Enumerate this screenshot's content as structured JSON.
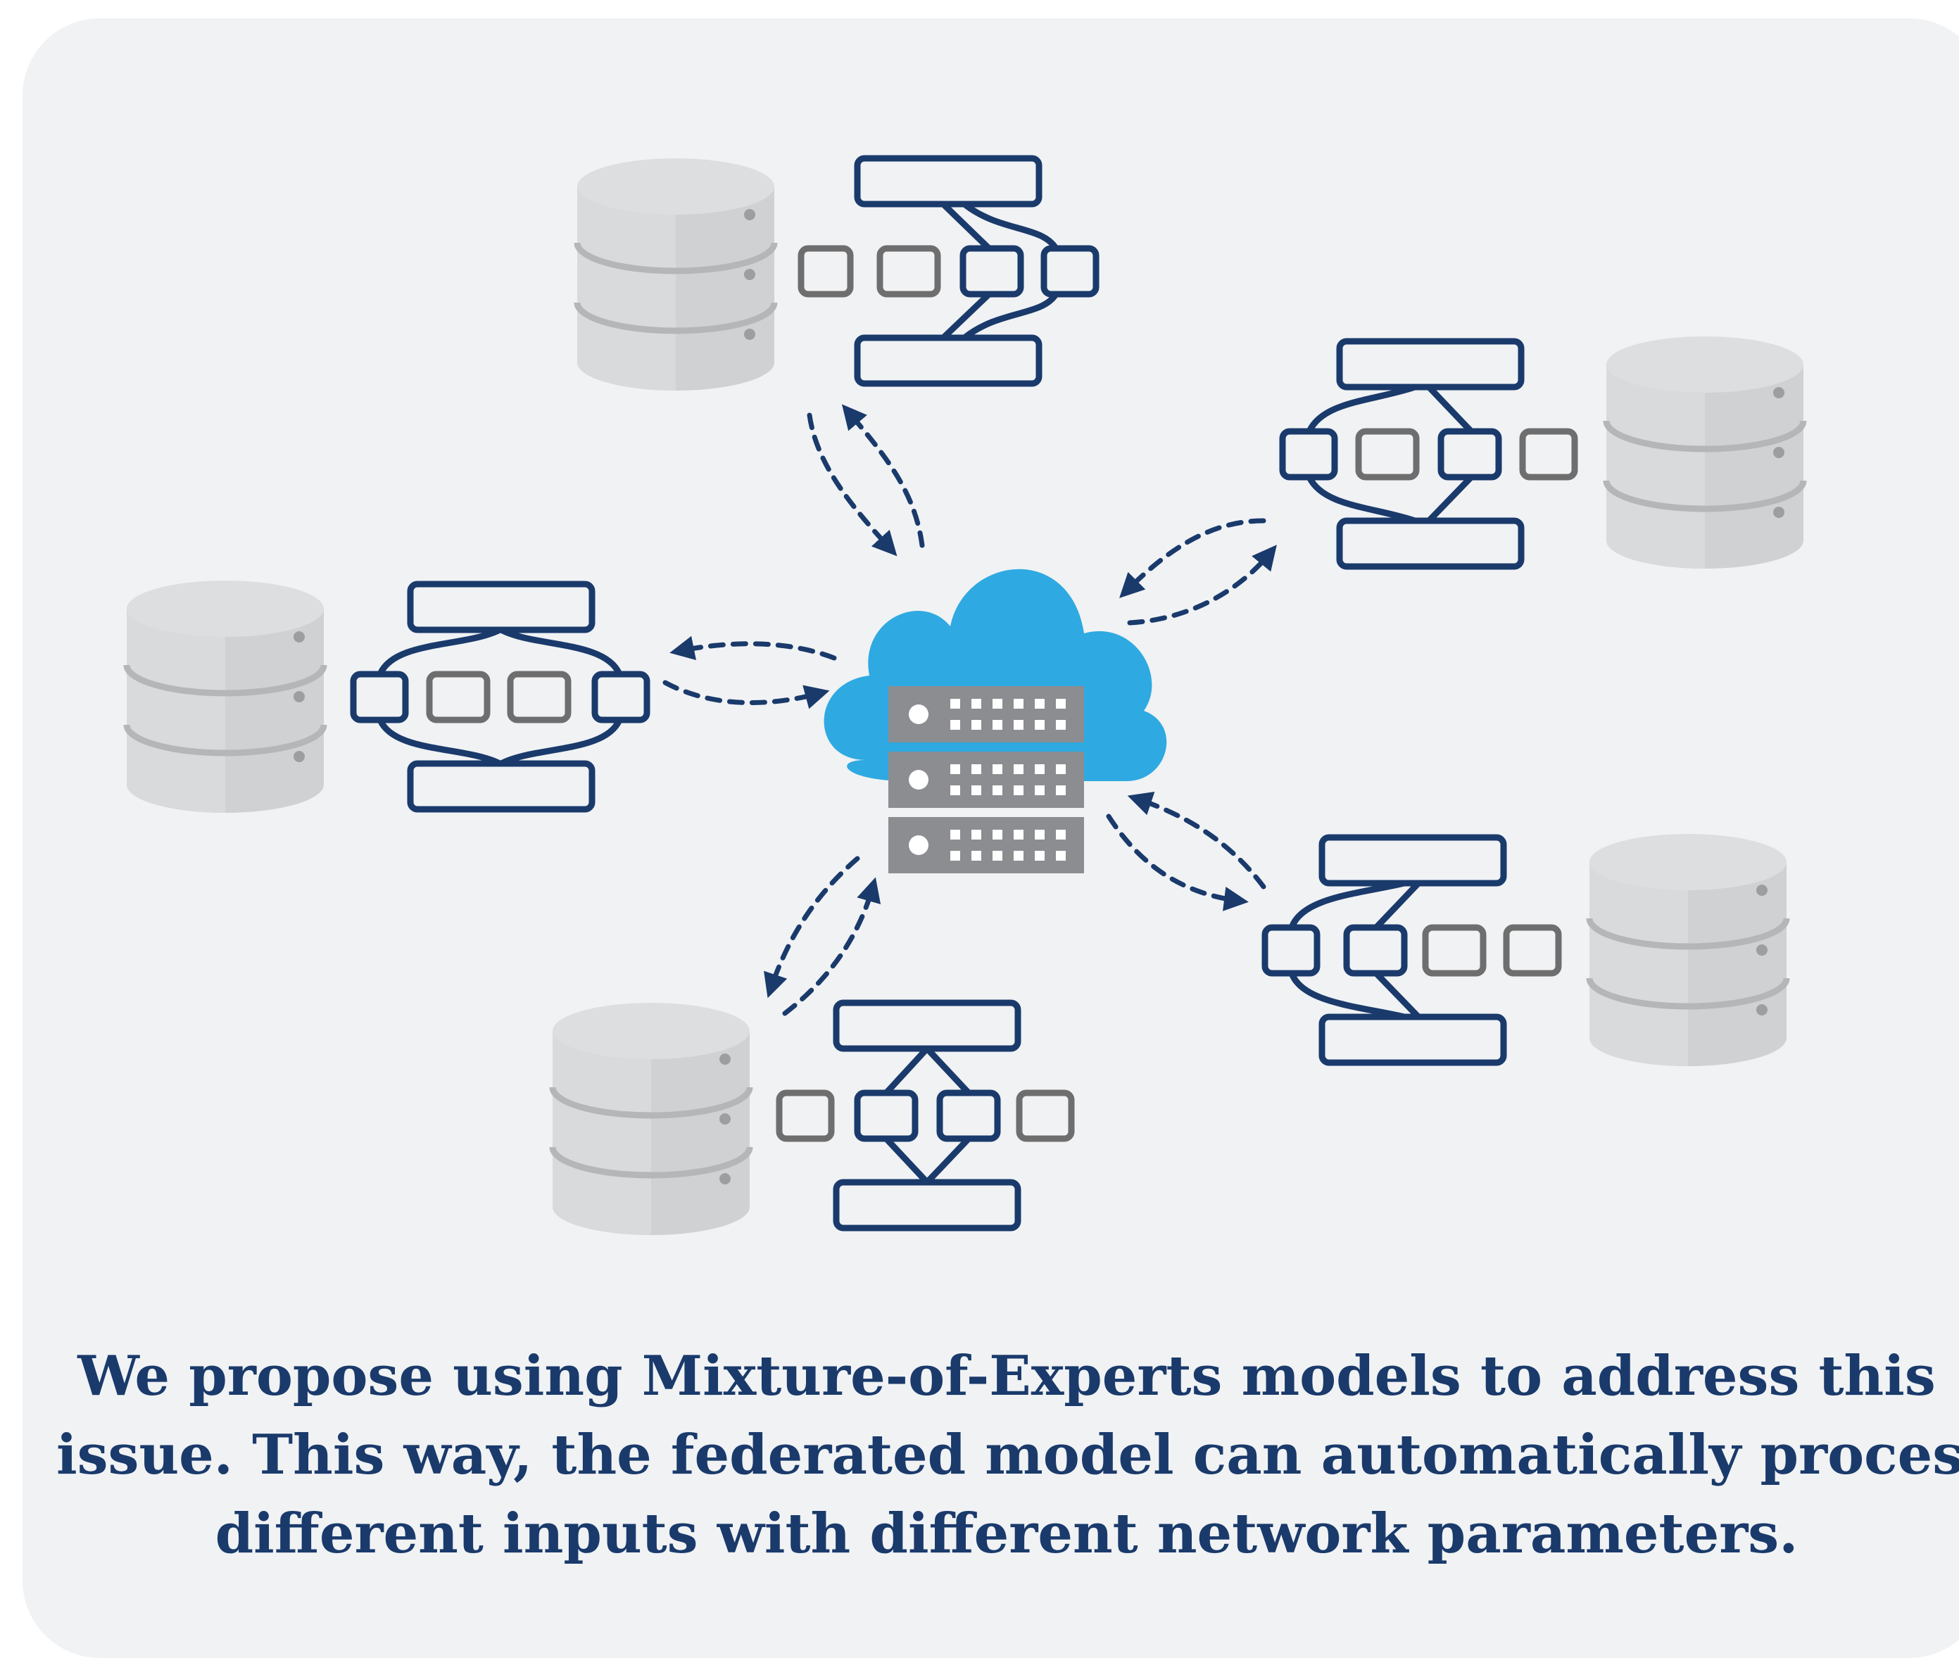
{
  "caption": {
    "line1": "We propose using Mixture-of-Experts models to address this",
    "line2": "issue. This way, the federated model can automatically process",
    "line3": "different inputs with different network parameters."
  },
  "colors": {
    "panel": "#f0f2f4",
    "navy": "#1a3a6b",
    "gray_box": "#6e6e6e",
    "cloud": "#2fa9e1",
    "server": "#8b8d91",
    "database": "#d4d6d8"
  },
  "icons": {
    "center": "cloud-server-icon",
    "client_db": "database-icon",
    "client_model": "mixture-of-experts-icon",
    "link": "dashed-bidirectional-arrows"
  }
}
